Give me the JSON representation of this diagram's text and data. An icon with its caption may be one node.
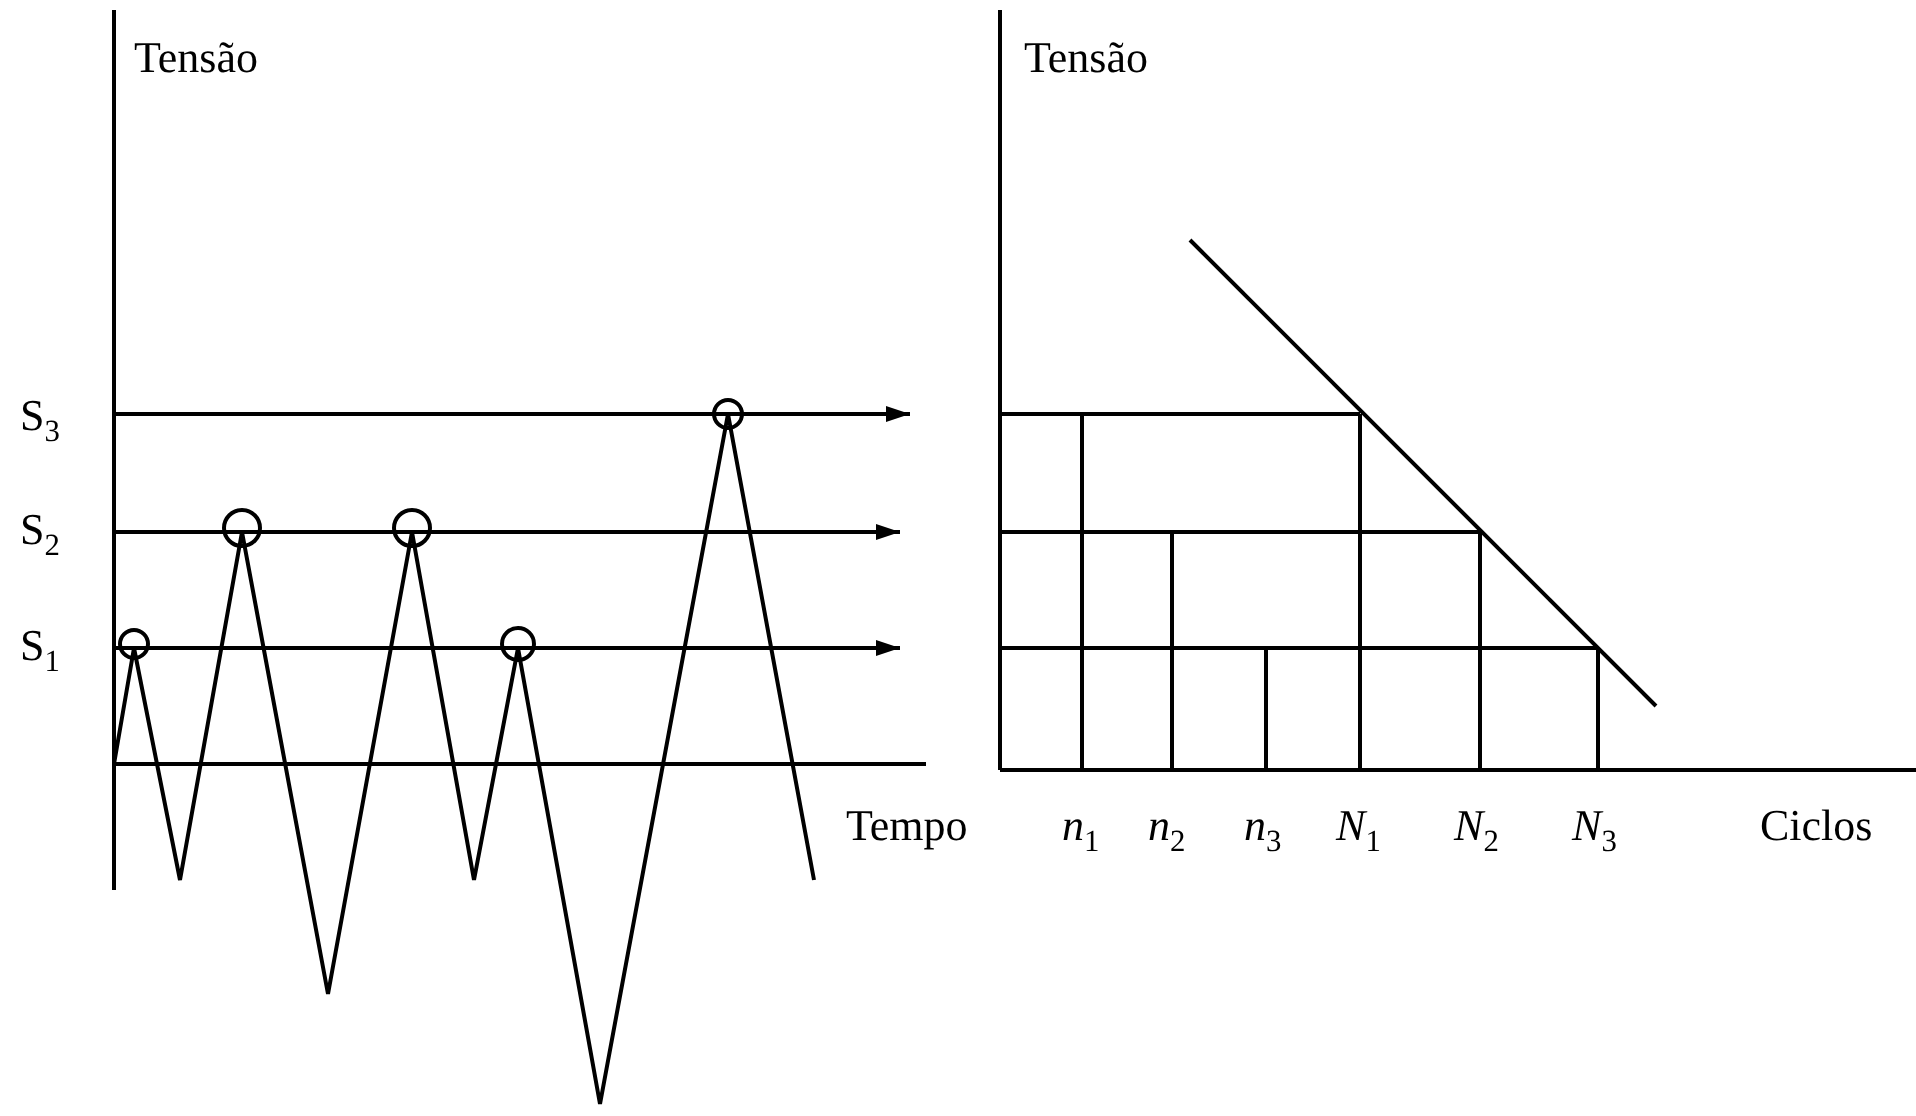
{
  "diagram": {
    "labels": [
      "Tensão",
      "S$_{3}$",
      "S$_{2}$",
      "S$_{1}$",
      "Tempo",
      "Tensão",
      "*n*$_{1}$",
      "*n*$_{2}$",
      "*n*$_{3}$",
      "*N*$_{1}$",
      "*N*$_{2}$",
      "*N*$_{3}$",
      "Ciclos"
    ]
  }
}
